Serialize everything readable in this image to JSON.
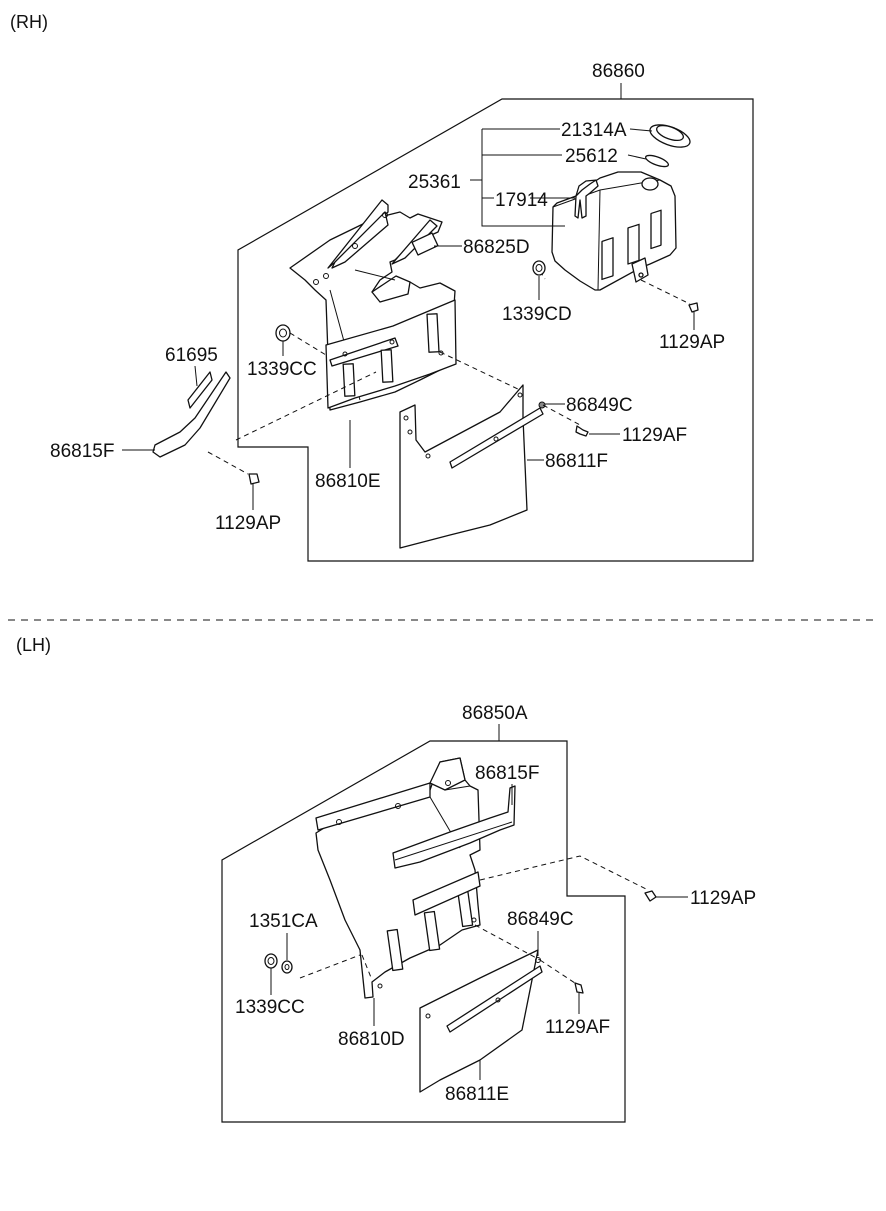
{
  "sections": {
    "rh": {
      "label": "(RH)"
    },
    "lh": {
      "label": "(LH)"
    }
  },
  "rh_parts": {
    "assembly": "86860",
    "p21314a": "21314A",
    "p25612": "25612",
    "p25361": "25361",
    "p17914": "17914",
    "p86825d": "86825D",
    "p1339cd": "1339CD",
    "p1129ap_top": "1129AP",
    "p61695": "61695",
    "p1339cc": "1339CC",
    "p86849c": "86849C",
    "p1129af": "1129AF",
    "p86815f": "86815F",
    "p86811f": "86811F",
    "p86810e": "86810E",
    "p1129ap_bottom": "1129AP"
  },
  "lh_parts": {
    "assembly": "86850A",
    "p86815f": "86815F",
    "p1129ap": "1129AP",
    "p1351ca": "1351CA",
    "p86849c": "86849C",
    "p1339cc": "1339CC",
    "p1129af": "1129AF",
    "p86810d": "86810D",
    "p86811e": "86811E"
  }
}
